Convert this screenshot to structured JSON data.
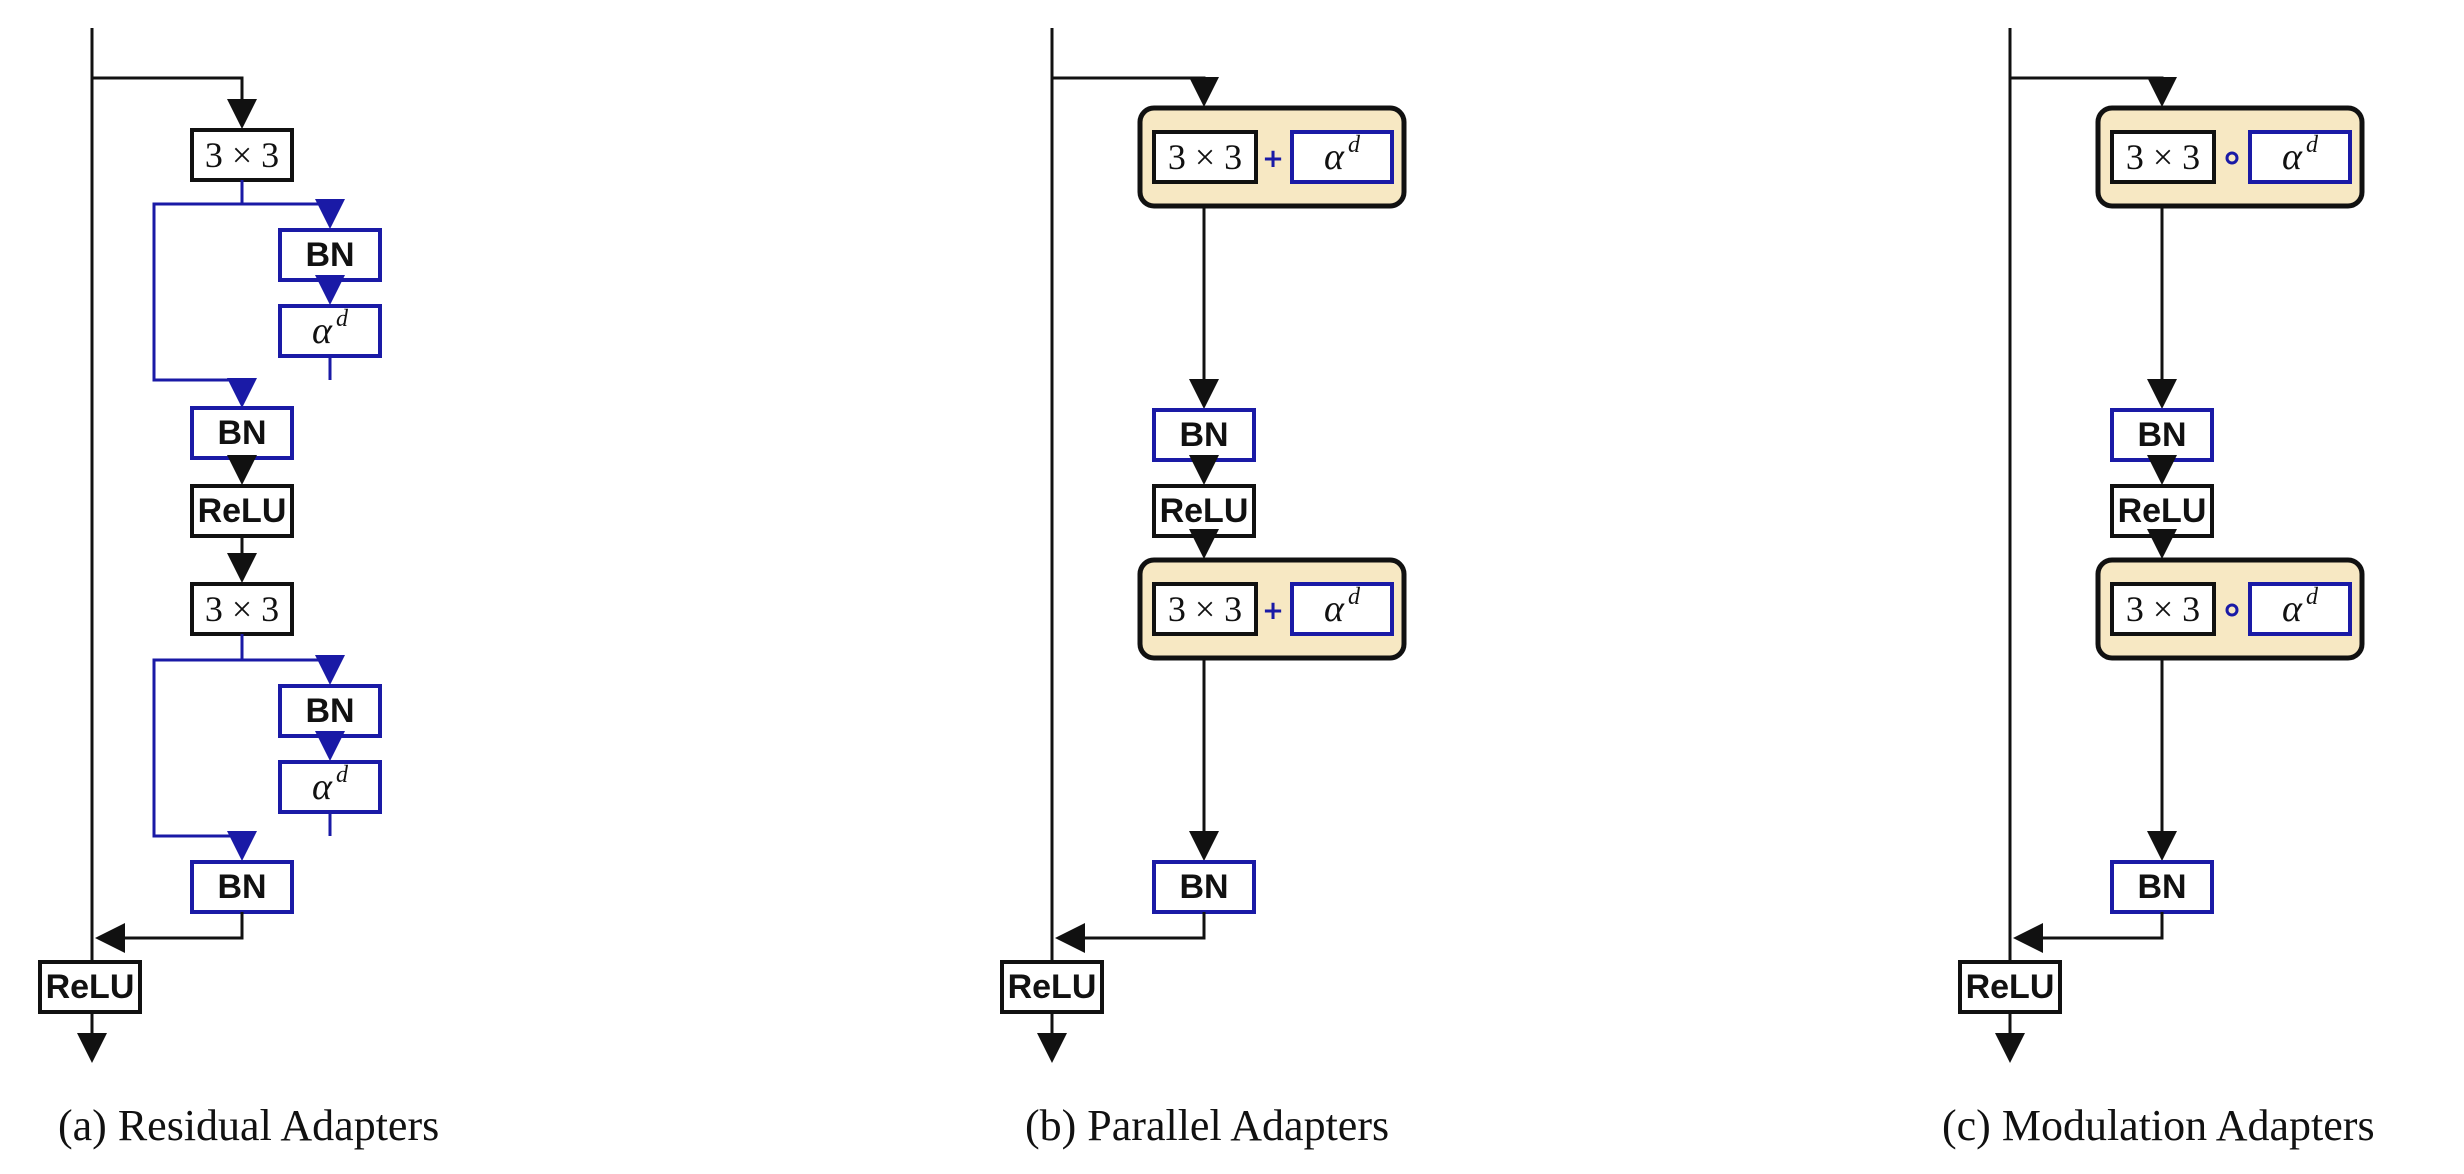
{
  "labels": {
    "conv": "3 × 3",
    "bn": "BN",
    "relu": "ReLU",
    "alpha": "α",
    "alpha_sup": "d",
    "plus": "+",
    "circ": "∘"
  },
  "captions": {
    "a": "(a) Residual Adapters",
    "b": "(b) Parallel Adapters",
    "c": "(c) Modulation Adapters"
  },
  "colors": {
    "black": "#111111",
    "blue": "#1a1aa6",
    "group_fill": "#f7e8c3"
  }
}
